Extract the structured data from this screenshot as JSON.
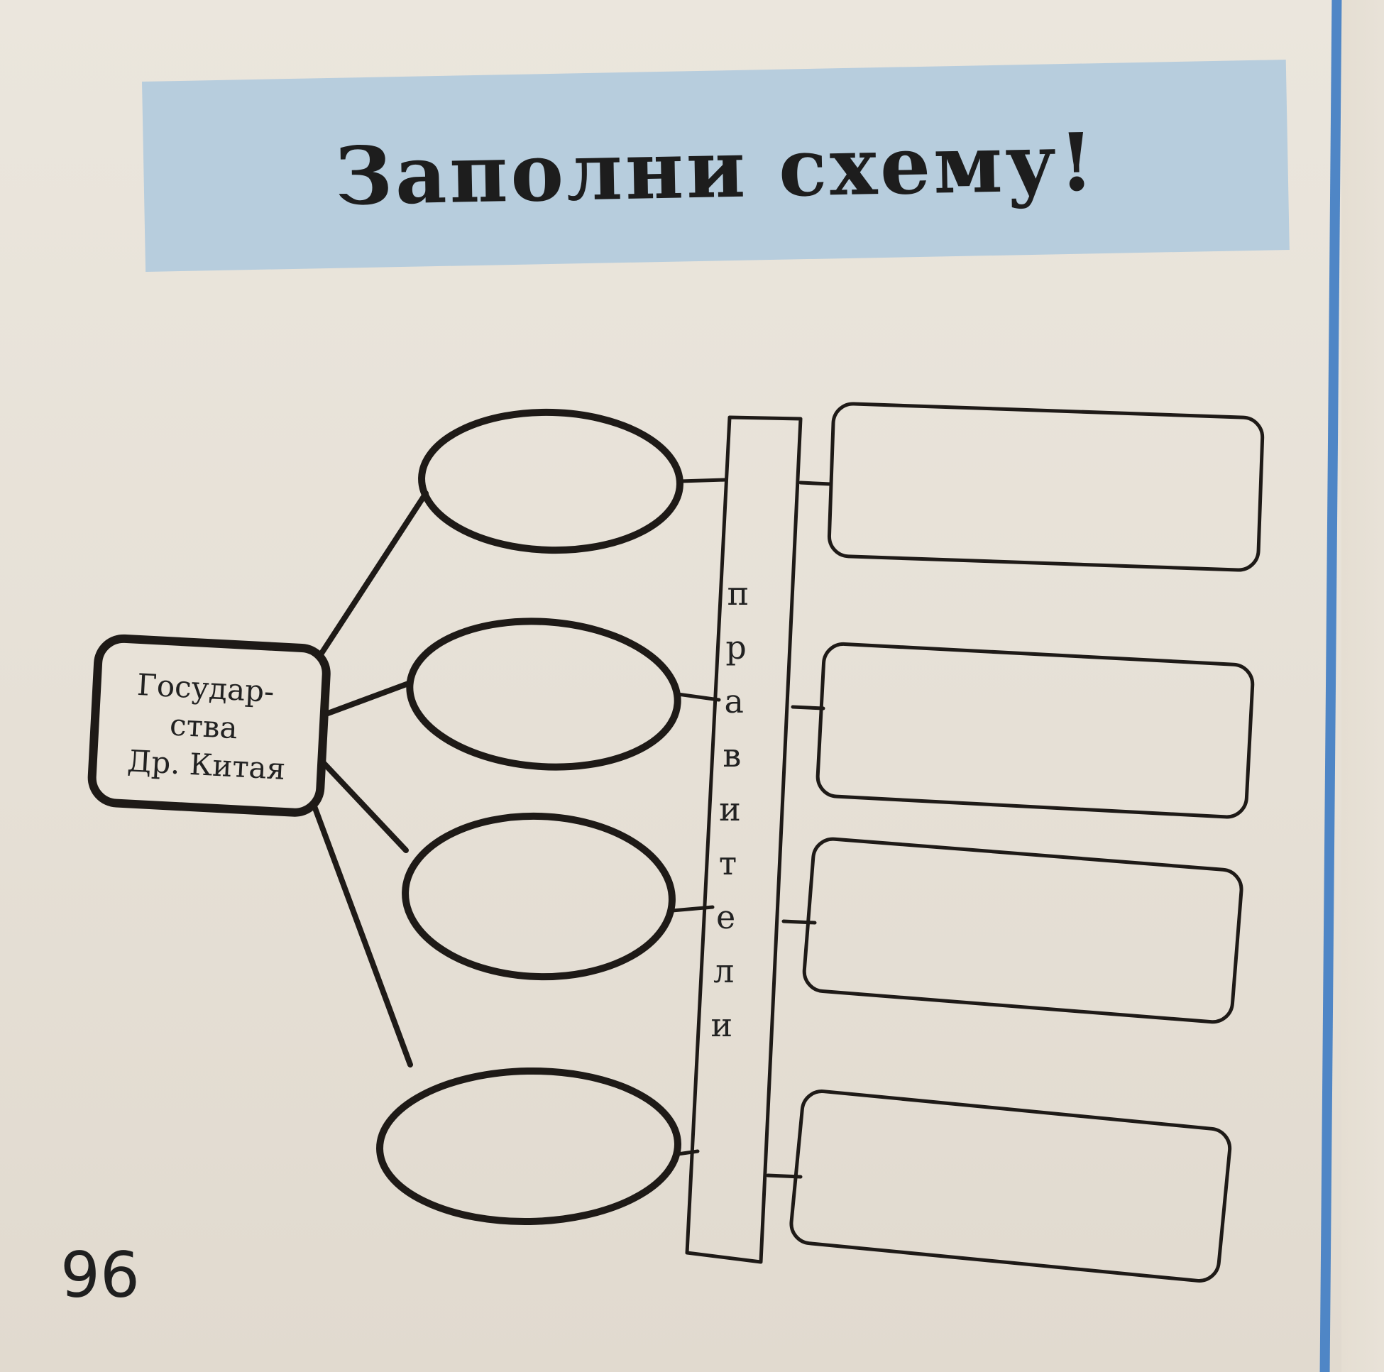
{
  "page": {
    "title": "Заполни схему!",
    "page_number": "96"
  },
  "diagram": {
    "root": {
      "lines": [
        "Государ-",
        "ства",
        "Др. Китая"
      ]
    },
    "column_label": "правители",
    "states": [
      {
        "label": ""
      },
      {
        "label": ""
      },
      {
        "label": ""
      },
      {
        "label": ""
      }
    ],
    "rulers": [
      {
        "label": ""
      },
      {
        "label": ""
      },
      {
        "label": ""
      },
      {
        "label": ""
      }
    ]
  },
  "colors": {
    "banner": "#b7cddd",
    "ink": "#1d1d1d",
    "accent_rule": "#4f86c6"
  }
}
